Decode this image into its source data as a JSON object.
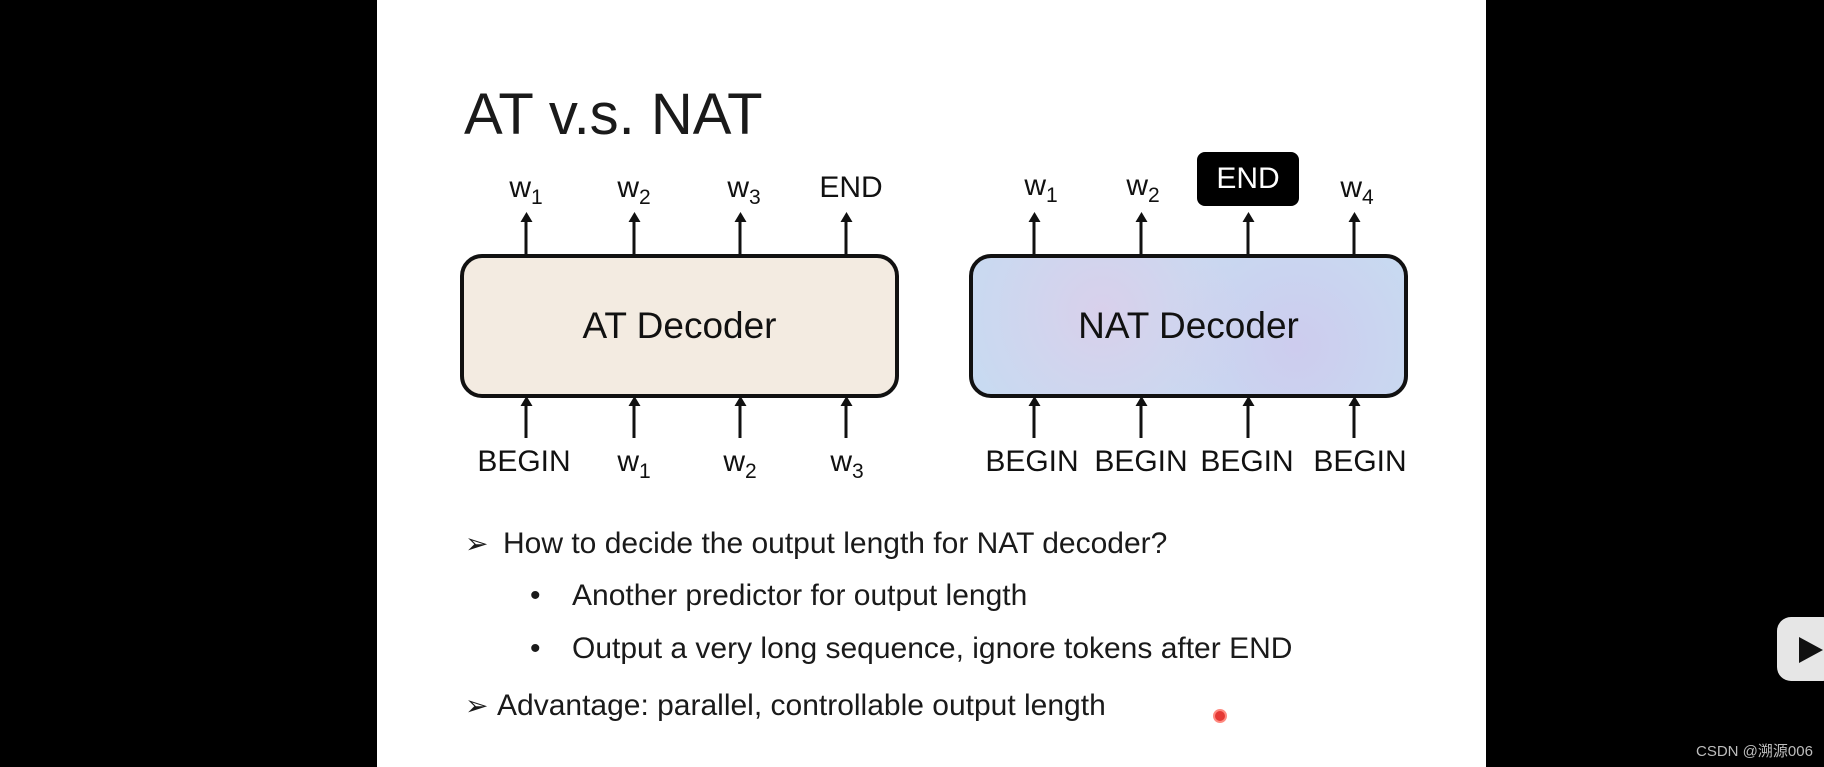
{
  "slide": {
    "title": "AT v.s. NAT",
    "at": {
      "decoder_label": "AT Decoder",
      "outputs": [
        {
          "base": "w",
          "sub": "1"
        },
        {
          "base": "w",
          "sub": "2"
        },
        {
          "base": "w",
          "sub": "3"
        },
        {
          "base": "END",
          "sub": ""
        }
      ],
      "inputs": [
        {
          "base": "BEGIN",
          "sub": ""
        },
        {
          "base": "w",
          "sub": "1"
        },
        {
          "base": "w",
          "sub": "2"
        },
        {
          "base": "w",
          "sub": "3"
        }
      ]
    },
    "nat": {
      "decoder_label": "NAT Decoder",
      "outputs": [
        {
          "base": "w",
          "sub": "1"
        },
        {
          "base": "w",
          "sub": "2"
        },
        {
          "base": "END",
          "sub": ""
        },
        {
          "base": "w",
          "sub": "4"
        }
      ],
      "inputs": [
        {
          "base": "BEGIN",
          "sub": ""
        },
        {
          "base": "BEGIN",
          "sub": ""
        },
        {
          "base": "BEGIN",
          "sub": ""
        },
        {
          "base": "BEGIN",
          "sub": ""
        }
      ]
    },
    "bullets": {
      "q1": "How to decide the output length for NAT decoder?",
      "q1_sub1": "Another predictor for output length",
      "q1_sub2": "Output a very long sequence, ignore tokens after END",
      "advantage": "Advantage: parallel, controllable output length"
    }
  },
  "overlay": {
    "watermark": "CSDN @溯源006"
  },
  "colors": {
    "at_box": "#f3ebe1",
    "nat_box": "#c8daf1",
    "cursor": "#e53935"
  }
}
